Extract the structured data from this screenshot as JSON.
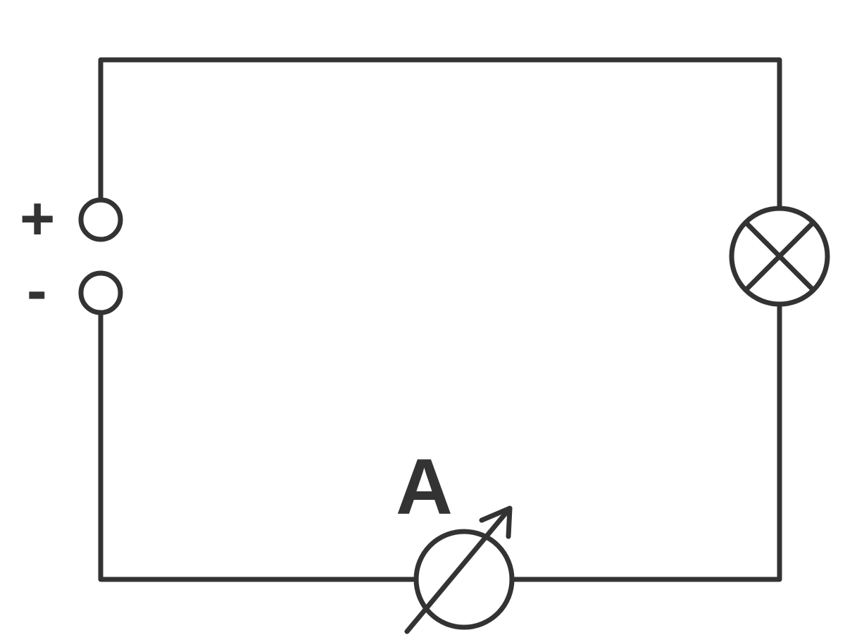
{
  "diagram": {
    "type": "electric-circuit",
    "stroke_color": "#333333",
    "background": "#ffffff",
    "labels": {
      "positive_terminal": "+",
      "negative_terminal": "-",
      "ammeter": "A"
    },
    "components": [
      {
        "id": "power-source",
        "kind": "terminals",
        "terminals": [
          "+",
          "-"
        ]
      },
      {
        "id": "lamp",
        "kind": "lamp",
        "symbol": "circle-with-cross"
      },
      {
        "id": "ammeter",
        "kind": "ammeter",
        "label": "A",
        "symbol": "circle-with-arrow"
      }
    ],
    "connections": [
      [
        "positive-terminal",
        "lamp"
      ],
      [
        "lamp",
        "ammeter"
      ],
      [
        "ammeter",
        "negative-terminal"
      ]
    ]
  }
}
